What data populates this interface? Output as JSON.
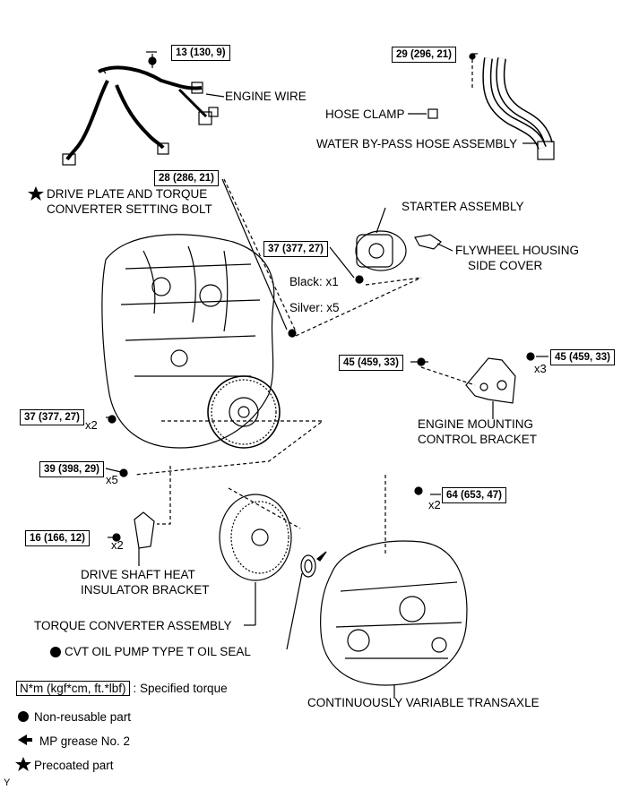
{
  "labels": {
    "engine_wire": "ENGINE WIRE",
    "hose_clamp": "HOSE CLAMP",
    "water_bypass_hose": "WATER BY-PASS HOSE ASSEMBLY",
    "drive_plate_line1": "DRIVE PLATE AND TORQUE",
    "drive_plate_line2": "CONVERTER SETTING BOLT",
    "starter": "STARTER ASSEMBLY",
    "flywheel_line1": "FLYWHEEL HOUSING",
    "flywheel_line2": "SIDE COVER",
    "black": "Black: x1",
    "silver": "Silver: x5",
    "engine_mount_line1": "ENGINE MOUNTING",
    "engine_mount_line2": "CONTROL BRACKET",
    "dshaft_line1": "DRIVE SHAFT HEAT",
    "dshaft_line2": "INSULATOR BRACKET",
    "torque_converter": "TORQUE CONVERTER ASSEMBLY",
    "oil_seal": "CVT OIL PUMP TYPE T OIL SEAL",
    "transaxle": "CONTINUOUSLY VARIABLE TRANSAXLE"
  },
  "torques": {
    "t1": "13 (130, 9)",
    "t2": "29 (296, 21)",
    "t3": "28 (286, 21)",
    "t4": "37 (377, 27)",
    "t5": "45 (459, 33)",
    "t6": "45 (459, 33)",
    "t7": "37 (377, 27)",
    "t8": "39 (398, 29)",
    "t9": "64 (653, 47)",
    "t10": "16 (166, 12)"
  },
  "quantities": {
    "q1": "x3",
    "q2": "x2",
    "q3": "x5",
    "q4": "x2",
    "q5": "x2"
  },
  "legend": {
    "torque_unit": "N*m (kgf*cm, ft.*lbf)",
    "torque_text": ": Specified torque",
    "non_reusable": "Non-reusable part",
    "mp_grease": "MP grease No. 2",
    "precoated": "Precoated part"
  },
  "corner_mark": "Y"
}
